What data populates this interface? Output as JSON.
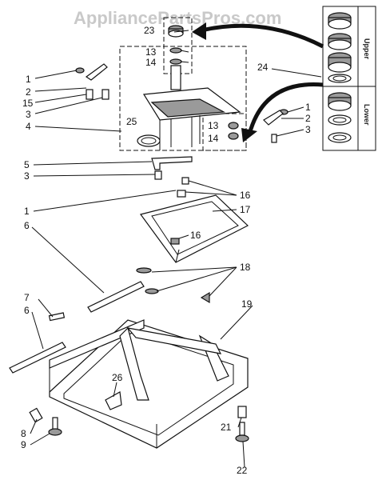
{
  "watermark": "AppliancePartsPros.com",
  "inset": {
    "upper_label": "Upper",
    "lower_label": "Lower"
  },
  "callouts": {
    "c1a": "1",
    "c2a": "2",
    "c15": "15",
    "c3a": "3",
    "c4": "4",
    "c23": "23",
    "c13a": "13",
    "c14a": "14",
    "c24": "24",
    "c1b": "1",
    "c2b": "2",
    "c3b": "3",
    "c13b": "13",
    "c14b": "14",
    "c25": "25",
    "c5": "5",
    "c3c": "3",
    "c1c": "1",
    "c6a": "6",
    "c16a": "16",
    "c17": "17",
    "c16b": "16",
    "c18": "18",
    "c7": "7",
    "c6b": "6",
    "c19": "19",
    "c26": "26",
    "c8": "8",
    "c9": "9",
    "c21": "21",
    "c22": "22"
  }
}
